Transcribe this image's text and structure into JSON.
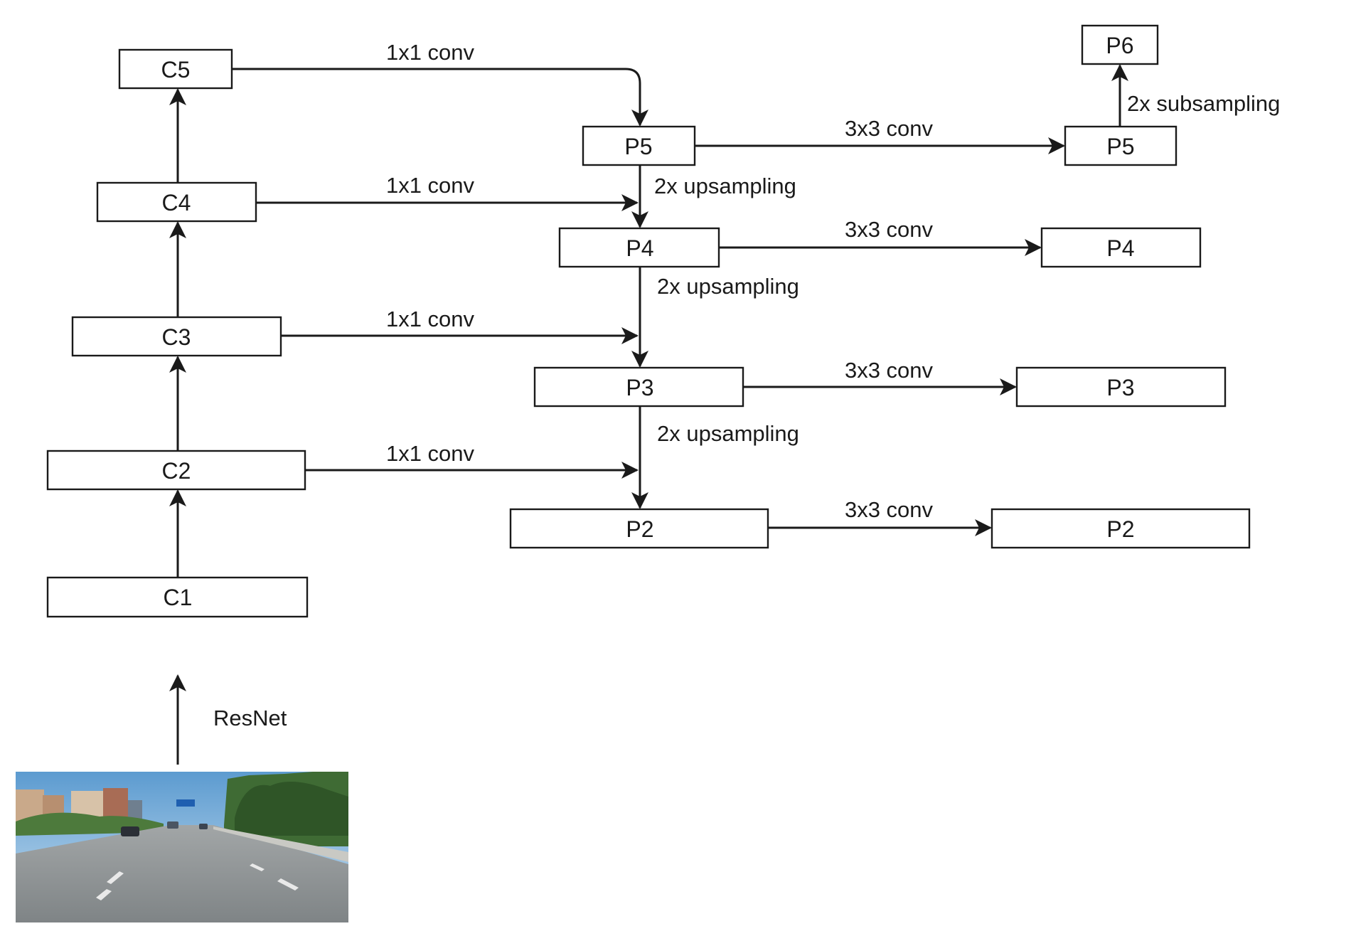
{
  "nodes": {
    "c1": "C1",
    "c2": "C2",
    "c3": "C3",
    "c4": "C4",
    "c5": "C5",
    "p5": "P5",
    "p4": "P4",
    "p3": "P3",
    "p2": "P2",
    "p5_out": "P5",
    "p4_out": "P4",
    "p3_out": "P3",
    "p2_out": "P2",
    "p6": "P6"
  },
  "edge_labels": {
    "c5_to_p5": "1x1 conv",
    "c4_to_p4": "1x1 conv",
    "c3_to_p3": "1x1 conv",
    "c2_to_p2": "1x1 conv",
    "p5_to_p4": "2x upsampling",
    "p4_to_p3": "2x upsampling",
    "p3_to_p2": "2x upsampling",
    "p5_to_out": "3x3 conv",
    "p4_to_out": "3x3 conv",
    "p3_to_out": "3x3 conv",
    "p2_to_out": "3x3 conv",
    "p5out_to_p6": "2x subsampling",
    "image_to_c1": "ResNet"
  },
  "colors": {
    "line": "#1a1a1a",
    "sky": "#7fb4dc",
    "road": "#8f9496",
    "trees": "#3f6b34"
  }
}
